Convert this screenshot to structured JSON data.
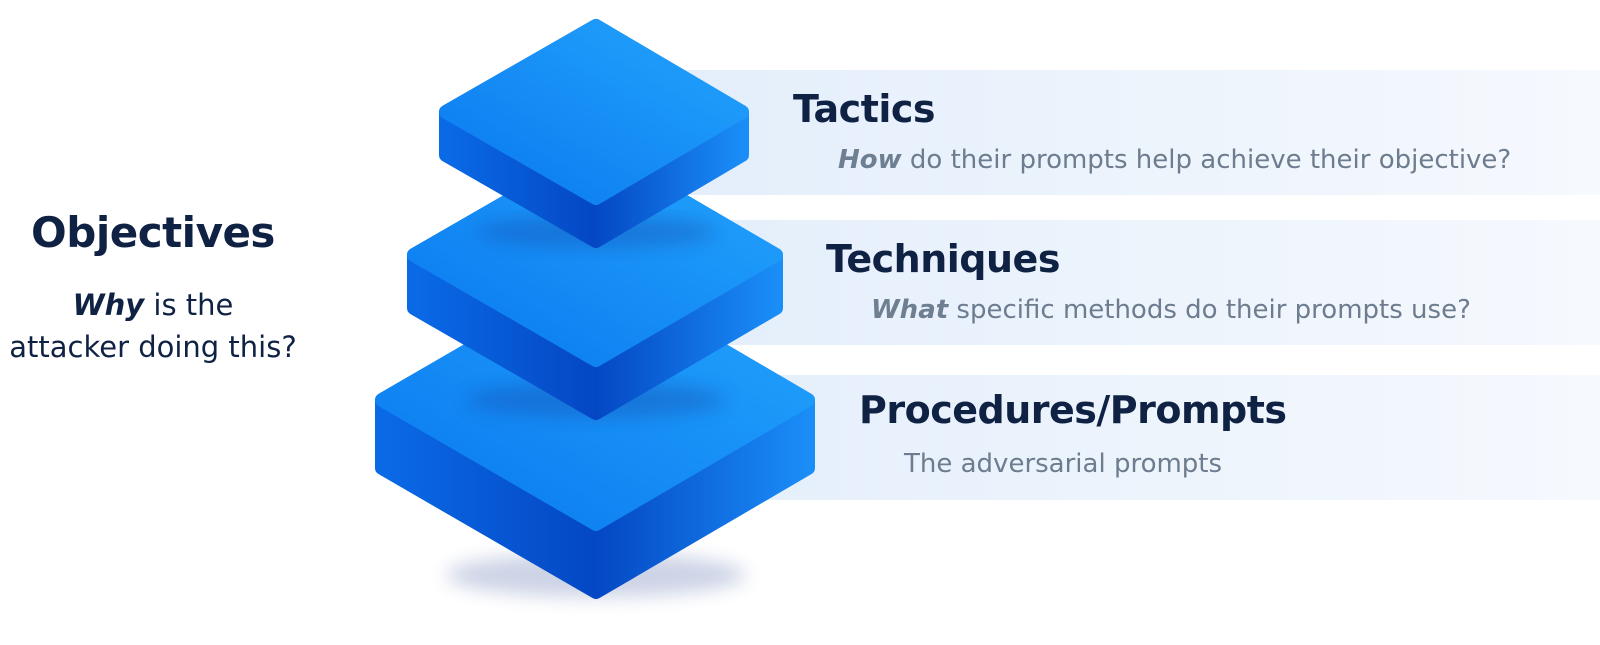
{
  "objectives": {
    "title": "Objectives",
    "desc_emphasis": "Why",
    "desc_line1_rest": " is the",
    "desc_line2": "attacker doing this?"
  },
  "layers": [
    {
      "title": "Tactics",
      "desc_emphasis": "How",
      "desc_rest": " do their prompts help achieve their objective?"
    },
    {
      "title": "Techniques",
      "desc_emphasis": "What",
      "desc_rest": " specific methods do their prompts use?"
    },
    {
      "title": "Procedures/Prompts",
      "desc_emphasis": "",
      "desc_rest": "The adversarial prompts"
    }
  ],
  "colors": {
    "tile_top_light": "#21a2fb",
    "tile_top_dark": "#0b7cf2",
    "tile_side_dark": "#0651cf",
    "tile_side_light": "#1686f5",
    "band": "#e7f0fb",
    "heading": "#0f2244",
    "body_text": "#6d7c8e"
  }
}
